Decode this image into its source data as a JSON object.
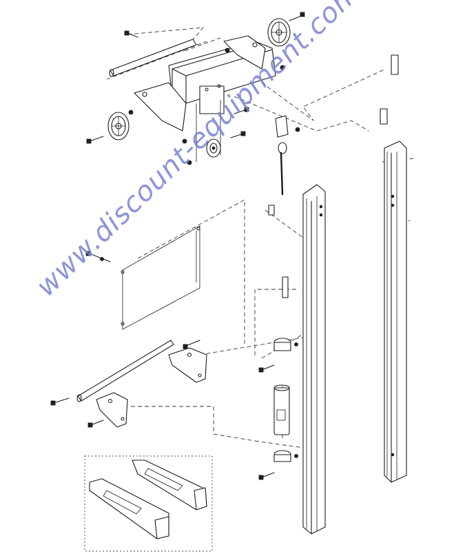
{
  "watermark": {
    "text": "www.discount-equipment.com"
  },
  "diagram": {
    "parts": [
      "upper-carriage",
      "caster-wheel-left",
      "caster-wheel-right",
      "axle-rod",
      "pulley",
      "cable-hook",
      "right-mast",
      "center-mast",
      "back-panel",
      "lower-axle",
      "bracket-left",
      "bracket-right",
      "tube-clamp-top",
      "cylinder",
      "tube-clamp-bottom",
      "detail-inset-arms"
    ],
    "colors": {
      "line": "#1a1a1a",
      "watermark": "#7882d2"
    }
  }
}
